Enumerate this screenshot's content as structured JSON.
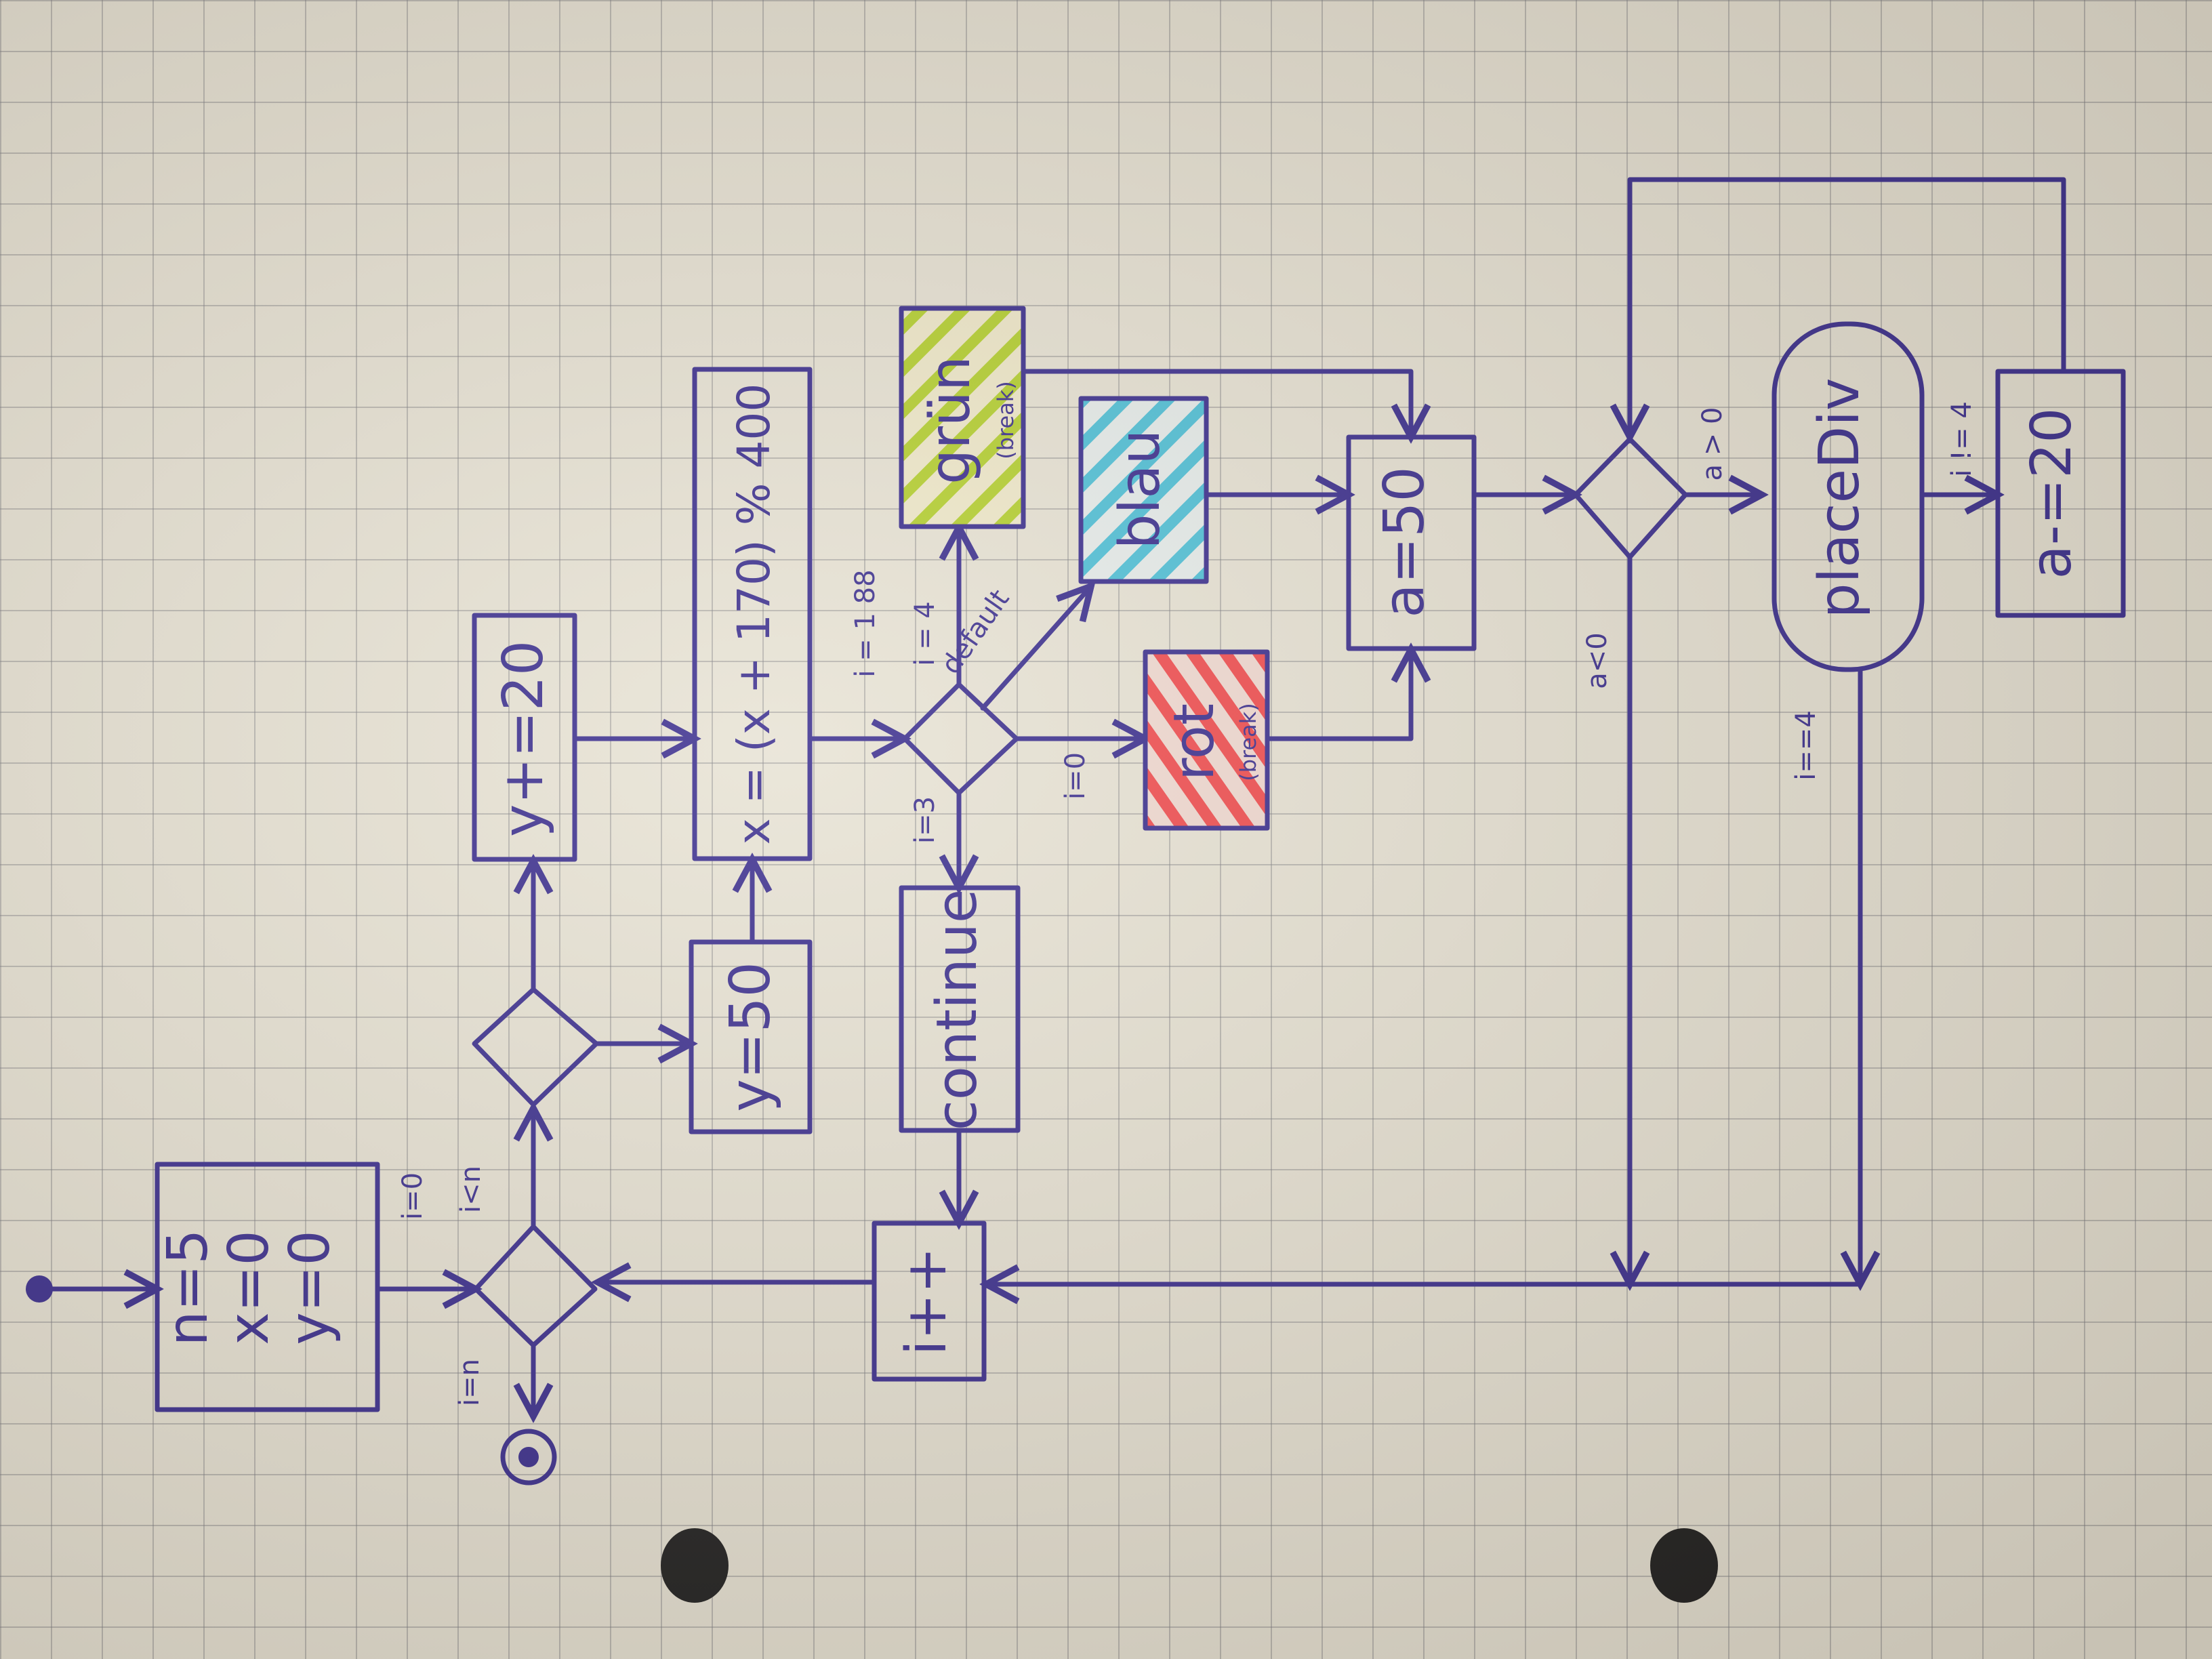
{
  "diagram": {
    "init": {
      "lines": [
        "n=5",
        "x=0",
        "y=0"
      ]
    },
    "edges": {
      "loop_enter": "i=0",
      "loop_cond": "i<n",
      "loop_exit": "i=n",
      "case_1_88": "i = 1 88",
      "case_4": "i = 4",
      "case_default": "default",
      "case_3": "i=3",
      "case_0": "i=0",
      "a_positive": "a > 0",
      "a_negative": "a<0",
      "i_ne_4": "i != 4",
      "i_eq_4": "i==4"
    },
    "nodes": {
      "y_plus": "y+=20",
      "y_set": "y=50",
      "x_calc": "x = (x + 170) % 400",
      "gruen": "grün",
      "gruen_note": "(break)",
      "blau": "blau",
      "rot": "rot",
      "rot_note": "(break)",
      "continue": "continue",
      "increment": "i++",
      "a_set": "a=50",
      "place_div": "placeDiv",
      "a_sub": "a-=20"
    },
    "colors": {
      "ink": "#372a8c",
      "green_hatch": "#b3cf2a",
      "blue_hatch": "#4bbfd6",
      "red_hatch": "#f0484a",
      "paper": "#e7e2d3"
    }
  }
}
